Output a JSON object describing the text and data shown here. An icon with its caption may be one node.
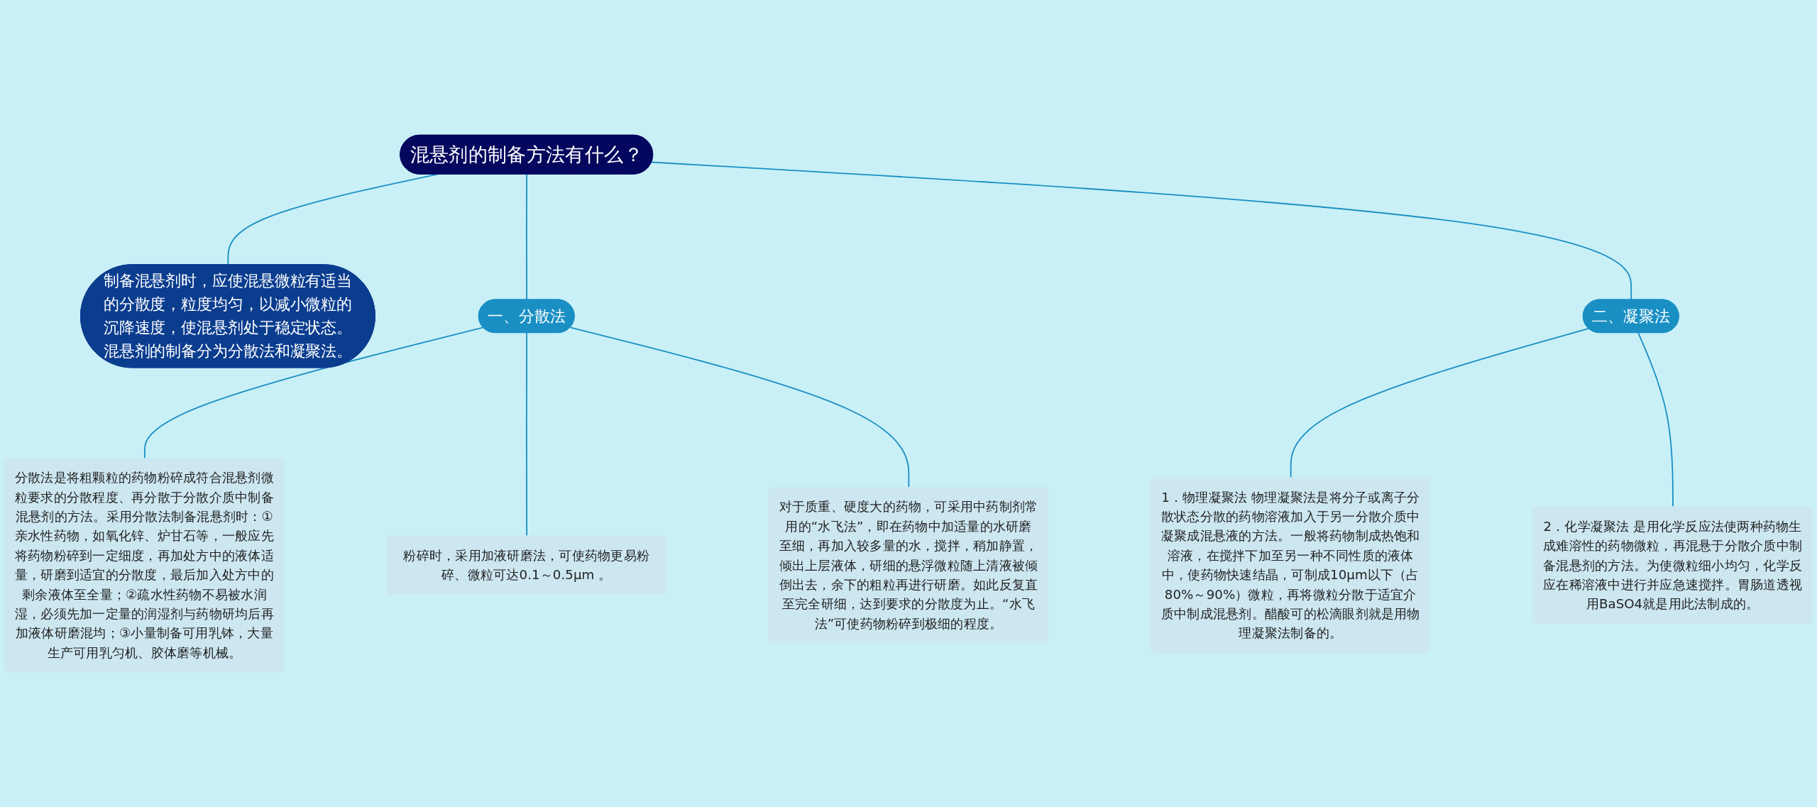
{
  "diagram": {
    "nodes": [
      {
        "text": [
          "混悬剂的制备方法有什么？"
        ]
      },
      {
        "text": [
          "制备混悬剂时，应使混悬微粒有适当的分散度，粒度均匀，以减小微粒的沉降速度，使混悬剂处于稳定状态。混悬剂的制备分为分散法和凝聚法。"
        ]
      },
      {
        "text": [
          "一、分散法"
        ]
      },
      {
        "text": [
          "分散法是将粗颗粒的药物粉碎成符合混悬剂微粒要求的分散程度、再分散于分散介质中制备混悬剂的方法。采用分散法制备混悬剂时：①亲水性药物，如氧化锌、炉甘石等，一般应先将药物粉碎到一定细度，再加处方中的液体适量，研磨到适宜的分散度，最后加入处方中的剩余液体至全量；②疏水性药物不易被水润湿，必须先加一定量的润湿剂与药物研均后再加液体研磨混均；③小量制备可用乳钵，大量生产可用乳匀机、胶体磨等机械。"
        ]
      },
      {
        "text": [
          "粉碎时，采用加液研磨法，可使药物更易粉碎、微粒可达0.1～0.5μm 。"
        ]
      },
      {
        "text": [
          "对于质重、硬度大的药物，可采用中药制剂常用的“水飞法”，即在药物中加适量的水研磨至细，再加入较多量的水，搅拌，稍加静置，倾出上层液体，研细的悬浮微粒随上清液被倾倒出去，余下的粗粒再进行研磨。如此反复直至完全研细，达到要求的分散度为止。“水飞法”可使药物粉碎到极细的程度。"
        ]
      },
      {
        "text": [
          "二、凝聚法"
        ]
      },
      {
        "text": [
          "1．物理凝聚法 物理凝聚法是将分子或离子分散状态分散的药物溶液加入于另一分散介质中凝聚成混悬液的方法。一般将药物制成热饱和溶液，在搅拌下加至另一种不同性质的液体中，使药物快速结晶，可制成10μm以下（占80%～90%）微粒，再将微粒分散于适宜介质中制成混悬剂。醋酸可的松滴眼剂就是用物理凝聚法制备的。"
        ]
      },
      {
        "text": [
          "2．化学凝聚法 是用化学反应法使两种药物生成难溶性的药物微粒，再混悬于分散介质中制备混悬剂的方法。为使微粒细小均匀，化学反应在稀溶液中进行并应急速搅拌。胃肠道透视用BaSO4就是用此法制成的。"
        ]
      }
    ],
    "edges": [
      {
        "from": 0,
        "to": 1,
        "arrow": "none"
      },
      {
        "from": 0,
        "to": 2,
        "arrow": "none"
      },
      {
        "from": 2,
        "to": 3,
        "arrow": "none"
      },
      {
        "from": 2,
        "to": 4,
        "arrow": "none"
      },
      {
        "from": 2,
        "to": 5,
        "arrow": "none"
      },
      {
        "from": 0,
        "to": 6,
        "arrow": "none"
      },
      {
        "from": 6,
        "to": 7,
        "arrow": "none"
      },
      {
        "from": 6,
        "to": 8,
        "arrow": "none"
      }
    ]
  }
}
